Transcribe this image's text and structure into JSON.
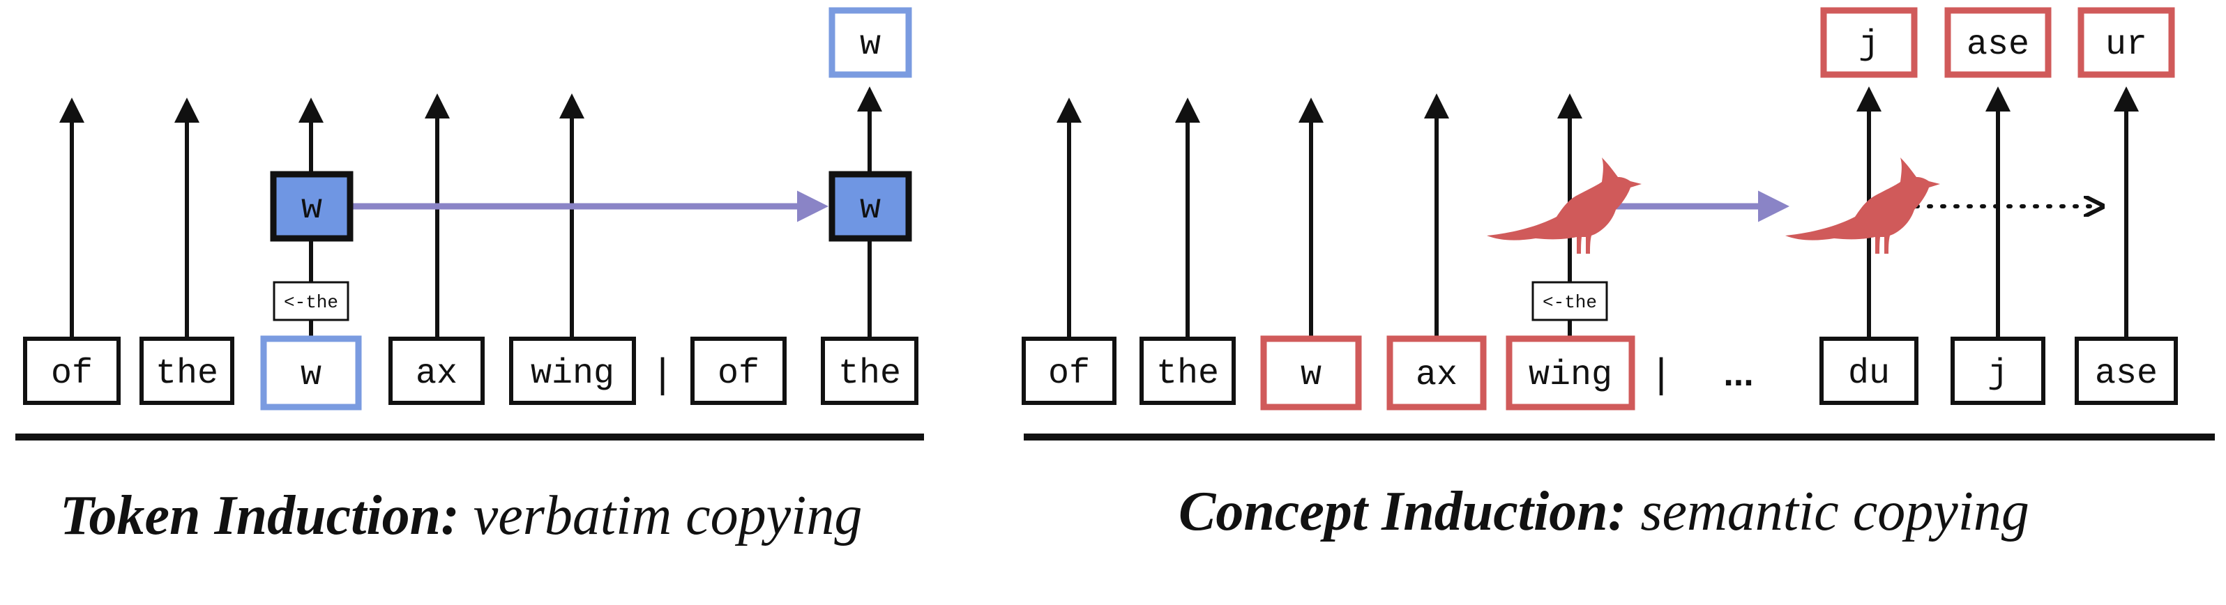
{
  "token_induction": {
    "inputs": [
      "of",
      "the",
      "w",
      "ax",
      "wing",
      "of",
      "the"
    ],
    "separator": "|",
    "head_label": "w",
    "head_target_label": "w",
    "output_label": "w",
    "prev_token_label": "<-the",
    "caption_bold": "Token Induction:",
    "caption_italic": "verbatim copying"
  },
  "concept_induction": {
    "inputs": [
      "of",
      "the",
      "w",
      "ax",
      "wing",
      "du",
      "j",
      "ase"
    ],
    "separator": "|",
    "ellipsis": "...",
    "outputs": [
      "j",
      "ase",
      "ur"
    ],
    "prev_token_label": "<-the",
    "caption_bold": "Concept Induction:",
    "caption_italic": "semantic copying"
  },
  "colors": {
    "blue_fill": "#6f96e3",
    "blue_outline": "#7a9be0",
    "red": "#d05a5a",
    "arrow_purple": "#8a84c6",
    "ink": "#111111"
  },
  "icons": [
    "bird-icon",
    "bird-icon"
  ]
}
